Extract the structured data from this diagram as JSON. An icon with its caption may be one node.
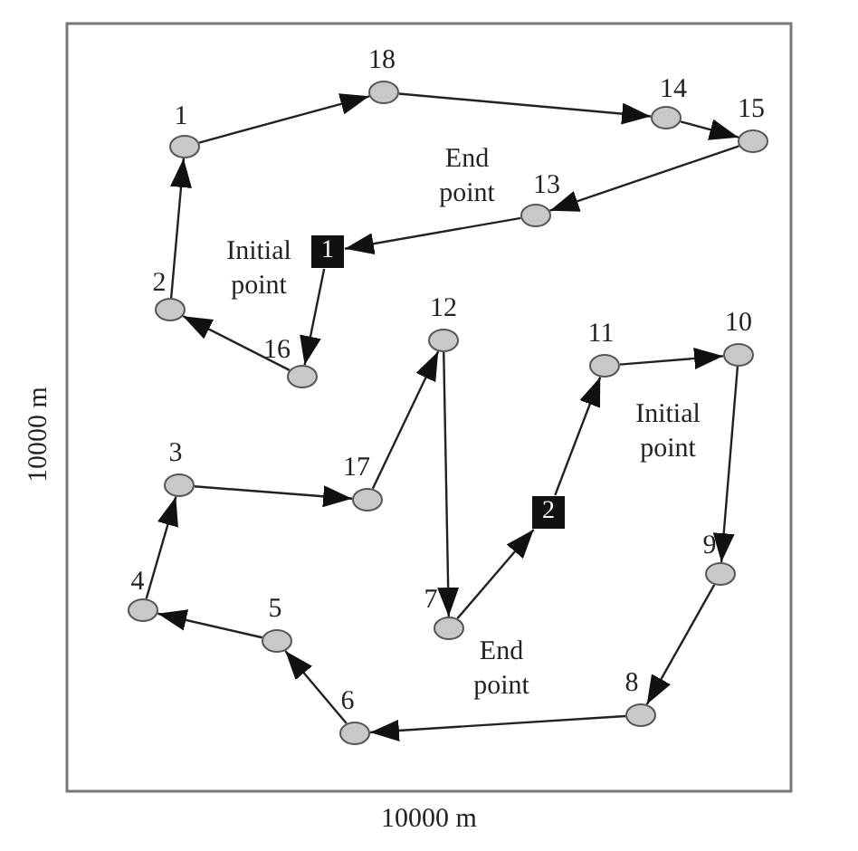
{
  "diagram": {
    "nodes": [
      {
        "text": [
          "18"
        ]
      },
      {
        "text": [
          "1"
        ]
      },
      {
        "text": [
          "14"
        ]
      },
      {
        "text": [
          "15"
        ]
      },
      {
        "text": [
          "13"
        ]
      },
      {
        "text": [
          "1"
        ]
      },
      {
        "text": [
          "2"
        ]
      },
      {
        "text": [
          "12"
        ]
      },
      {
        "text": [
          "11"
        ]
      },
      {
        "text": [
          "10"
        ]
      },
      {
        "text": [
          "16"
        ]
      },
      {
        "text": [
          "3"
        ]
      },
      {
        "text": [
          "17"
        ]
      },
      {
        "text": [
          "2"
        ]
      },
      {
        "text": [
          "9"
        ]
      },
      {
        "text": [
          "4"
        ]
      },
      {
        "text": [
          "7"
        ]
      },
      {
        "text": [
          "5"
        ]
      },
      {
        "text": [
          "8"
        ]
      },
      {
        "text": [
          "6"
        ]
      }
    ],
    "edges": [
      {
        "from": 5,
        "to": 10,
        "arrow": "to"
      },
      {
        "from": 10,
        "to": 6,
        "arrow": "to"
      },
      {
        "from": 6,
        "to": 1,
        "arrow": "to"
      },
      {
        "from": 1,
        "to": 0,
        "arrow": "to"
      },
      {
        "from": 0,
        "to": 2,
        "arrow": "to"
      },
      {
        "from": 2,
        "to": 3,
        "arrow": "to"
      },
      {
        "from": 3,
        "to": 4,
        "arrow": "to"
      },
      {
        "from": 4,
        "to": 5,
        "arrow": "to"
      },
      {
        "from": 13,
        "to": 8,
        "arrow": "to"
      },
      {
        "from": 8,
        "to": 9,
        "arrow": "to"
      },
      {
        "from": 9,
        "to": 14,
        "arrow": "to"
      },
      {
        "from": 14,
        "to": 18,
        "arrow": "to"
      },
      {
        "from": 18,
        "to": 19,
        "arrow": "to"
      },
      {
        "from": 19,
        "to": 17,
        "arrow": "to"
      },
      {
        "from": 17,
        "to": 15,
        "arrow": "to"
      },
      {
        "from": 15,
        "to": 11,
        "arrow": "to"
      },
      {
        "from": 11,
        "to": 12,
        "arrow": "to"
      },
      {
        "from": 12,
        "to": 7,
        "arrow": "to"
      },
      {
        "from": 7,
        "to": 16,
        "arrow": "to"
      },
      {
        "from": 16,
        "to": 13,
        "arrow": "to"
      }
    ],
    "labels": [
      "End point",
      "Initial point",
      "10000 m",
      "Initial point",
      "End point",
      "10000 m"
    ]
  }
}
